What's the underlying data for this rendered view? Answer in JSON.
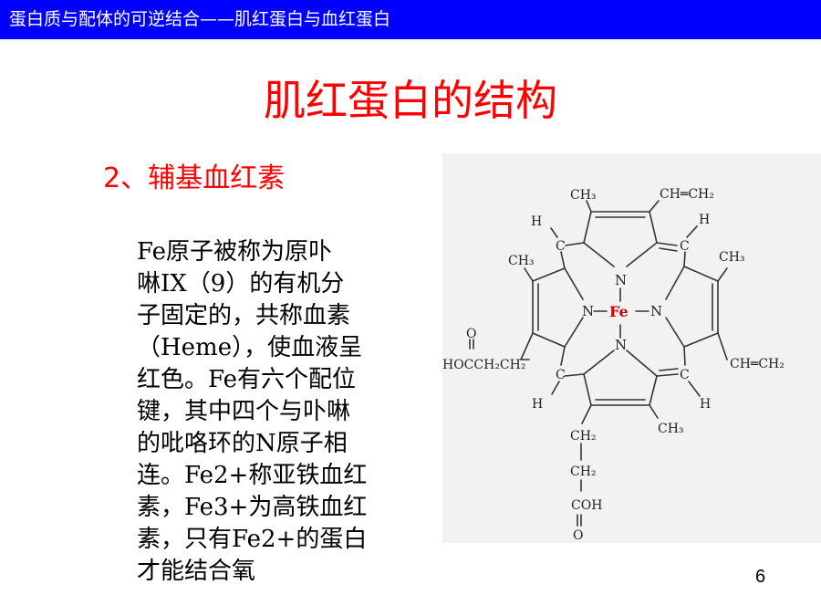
{
  "header": {
    "title": "蛋白质与配体的可逆结合——肌红蛋白与血红蛋白"
  },
  "slide": {
    "title": "肌红蛋白的结构",
    "subtitle": "2、辅基血红素",
    "paragraph_lines": [
      " Fe原子被称为原卟",
      "啉IX（9）的有机分",
      "子固定的，共称血素",
      "（Heme），使血液呈",
      "红色。Fe有六个配位",
      "键，其中四个与卟啉",
      "的吡咯环的N原子相",
      "连。Fe2+称亚铁血红",
      "素，Fe3+为高铁血红",
      "素，只有Fe2+的蛋白",
      "才能结合氧"
    ]
  },
  "diagram": {
    "labels": {
      "ch3_top": "CH₃",
      "ch_ch2_top": "CH═CH₂",
      "h_top_left": "H",
      "h_top_right": "H",
      "c_top_left": "C",
      "c_top_right": "C",
      "ch3_left": "CH₃",
      "ch3_right": "CH₃",
      "n_top": "N",
      "n_left": "N",
      "fe": "Fe",
      "n_right": "N",
      "n_bottom": "N",
      "o_left": "O",
      "hoocch2ch2": "HOCCH₂CH₂",
      "ch_ch2_right": "CH═CH₂",
      "c_bottom_left": "C",
      "c_bottom_right": "C",
      "h_bottom_left": "H",
      "h_bottom_right": "H",
      "ch2_a": "CH₂",
      "ch3_bottom": "CH₃",
      "ch2_b": "CH₂",
      "cooh": "COH",
      "o_bottom": "O"
    },
    "colors": {
      "fe": "#cc0000",
      "bonds": "#333333"
    }
  },
  "page": {
    "number": "6"
  }
}
